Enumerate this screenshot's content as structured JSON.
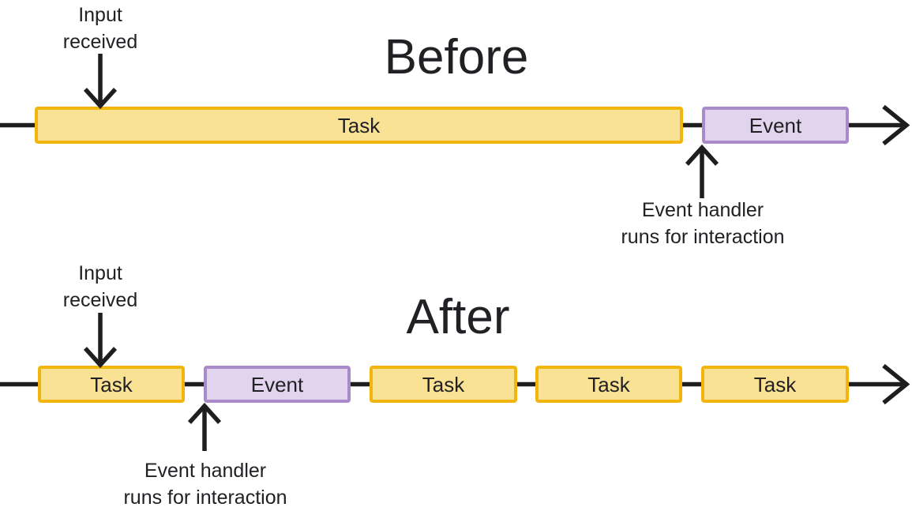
{
  "colors": {
    "task_fill": "#FAE294",
    "task_border": "#F2B50E",
    "event_fill": "#E3D4EE",
    "event_border": "#A98BC9",
    "ink": "#212125",
    "arrow": "#1E1E1E",
    "background": "#FFFFFF"
  },
  "before": {
    "title": "Before",
    "input_label": "Input\nreceived",
    "handler_label": "Event handler\nruns for interaction",
    "bars": [
      {
        "type": "task",
        "label": "Task"
      },
      {
        "type": "event",
        "label": "Event"
      }
    ]
  },
  "after": {
    "title": "After",
    "input_label": "Input\nreceived",
    "handler_label": "Event handler\nruns for interaction",
    "bars": [
      {
        "type": "task",
        "label": "Task"
      },
      {
        "type": "event",
        "label": "Event"
      },
      {
        "type": "task",
        "label": "Task"
      },
      {
        "type": "task",
        "label": "Task"
      },
      {
        "type": "task",
        "label": "Task"
      }
    ]
  }
}
